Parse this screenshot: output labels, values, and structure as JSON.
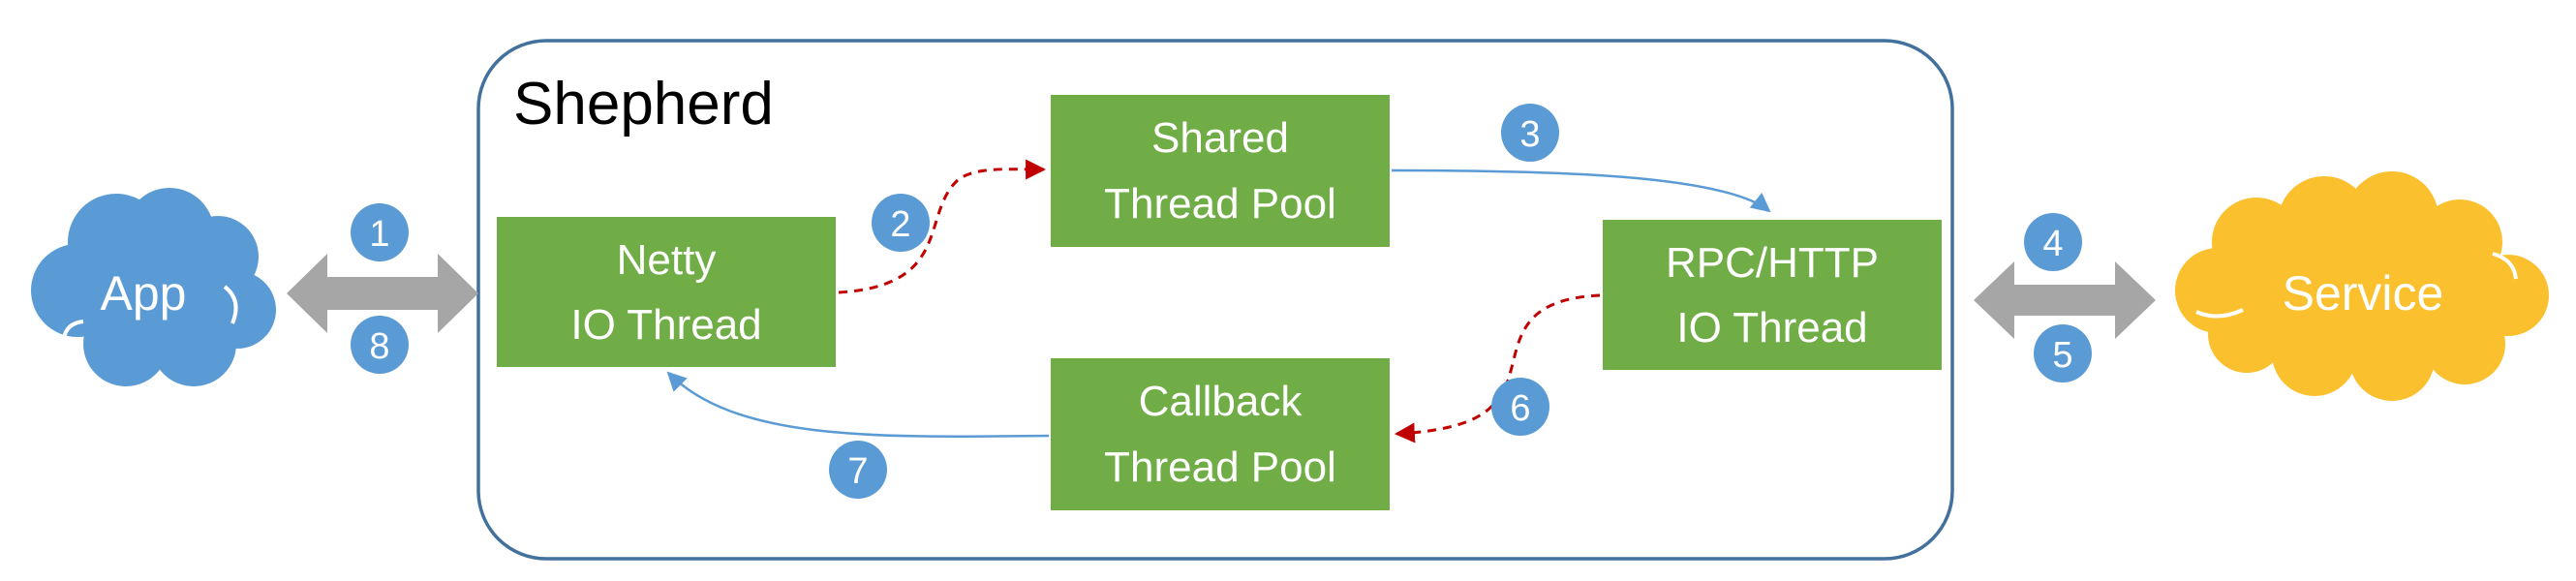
{
  "title": "Shepherd",
  "colors": {
    "box_fill": "#70ad47",
    "cloud_app": "#5b9bd5",
    "cloud_service": "#fbc02d",
    "badge": "#5b9bd5",
    "container_stroke": "#41719c",
    "flow_line": "#5b9bd5",
    "async_line": "#c00000",
    "bidir_arrow": "#a6a6a6"
  },
  "clouds": {
    "app": "App",
    "service": "Service"
  },
  "boxes": {
    "netty": {
      "line1": "Netty",
      "line2": "IO Thread"
    },
    "shared": {
      "line1": "Shared",
      "line2": "Thread Pool"
    },
    "rpc": {
      "line1": "RPC/HTTP",
      "line2": "IO Thread"
    },
    "callback": {
      "line1": "Callback",
      "line2": "Thread Pool"
    }
  },
  "steps": [
    "1",
    "2",
    "3",
    "4",
    "5",
    "6",
    "7",
    "8"
  ]
}
